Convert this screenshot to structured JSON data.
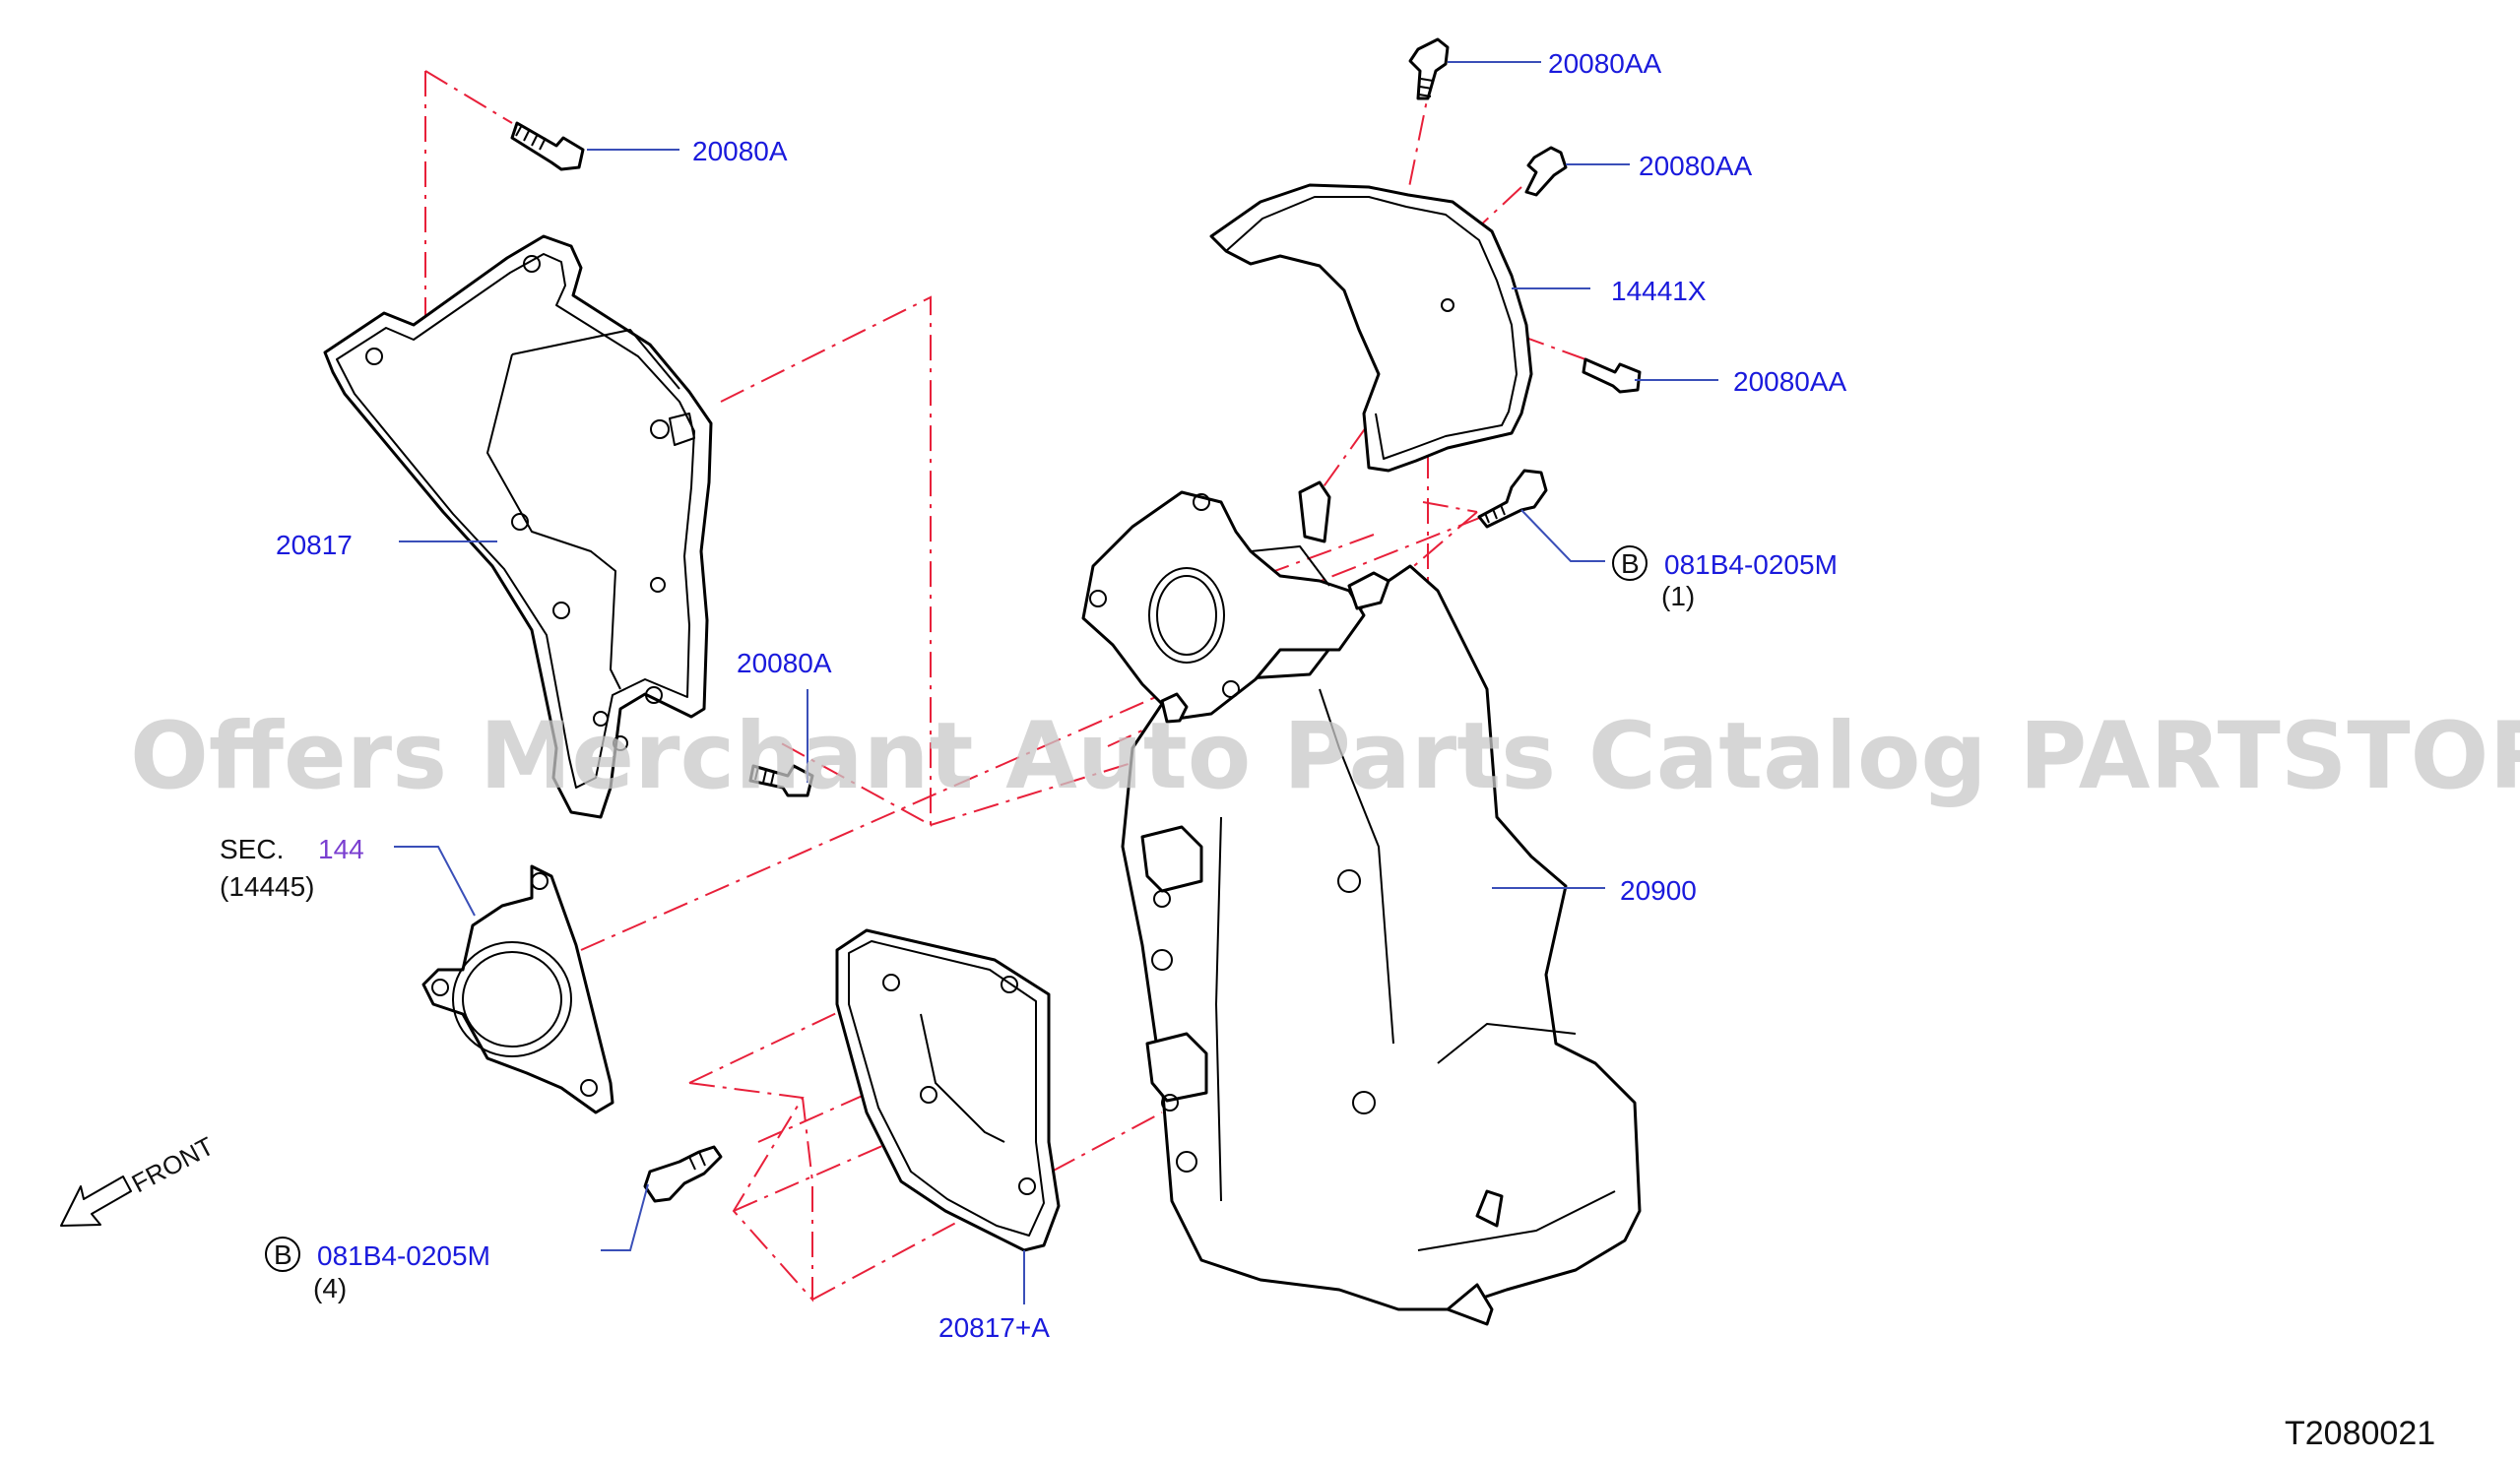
{
  "diagram": {
    "watermark": "Offers Merchant Auto Parts Catalog PARTSTORE.SA",
    "figure_code": "T2080021",
    "front_label": "FRONT",
    "callouts": {
      "bolt_top_aa": "20080AA",
      "bolt_mid_aa": "20080AA",
      "heat_shield": "14441X",
      "bolt_low_aa": "20080AA",
      "bolt_top_a": "20080A",
      "bracket": "20817",
      "bolt_mid_a": "20080A",
      "manifold": "20900",
      "bolt_b_upper_code": "081B4-0205M",
      "bolt_b_upper_qty": "(1)",
      "bolt_b_upper_letter": "B",
      "sec_label": "SEC.",
      "sec_number": "144",
      "sec_ref": "(14445)",
      "lower_cover": "20817+A",
      "bolt_b_lower_code": "081B4-0205M",
      "bolt_b_lower_qty": "(4)",
      "bolt_b_lower_letter": "B"
    }
  }
}
